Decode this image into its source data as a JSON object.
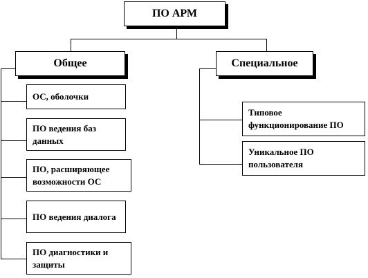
{
  "diagram": {
    "root": {
      "label": "ПО АРМ"
    },
    "general": {
      "label": "Общее",
      "items": [
        {
          "label": "ОС, оболочки"
        },
        {
          "label": "ПО ведения баз данных"
        },
        {
          "label": "ПО, расширяющее возможности ОС"
        },
        {
          "label": "ПО ведения диалога"
        },
        {
          "label": "ПО диагностики и защиты"
        }
      ]
    },
    "special": {
      "label": "Специальное",
      "items": [
        {
          "label": "Типовое функционирование ПО"
        },
        {
          "label": "Уникальное ПО пользователя"
        }
      ]
    }
  }
}
